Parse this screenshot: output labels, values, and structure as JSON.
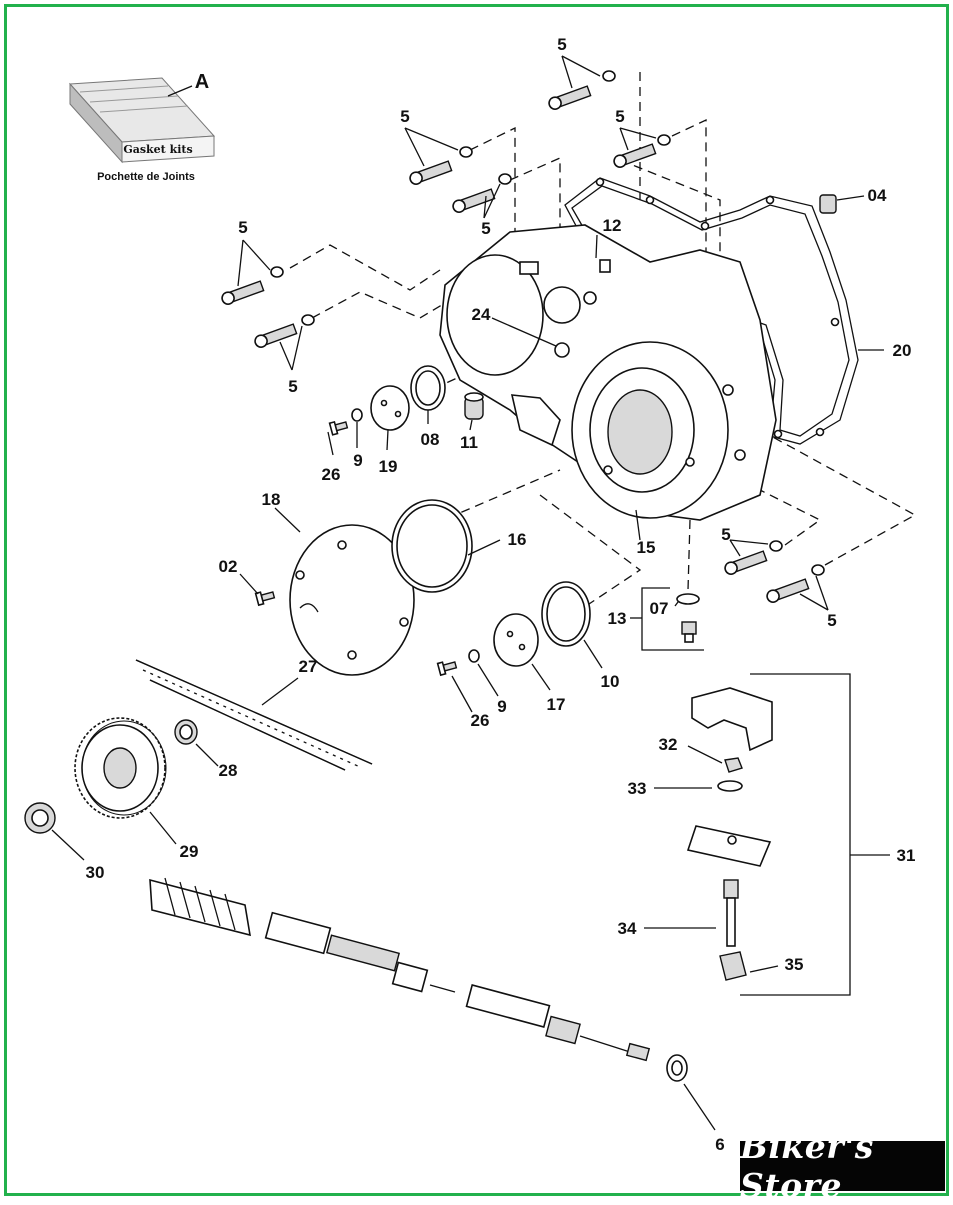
{
  "brand": "Biker's Store",
  "gasket_kit": {
    "letter": "A",
    "box_label": "Gasket kits",
    "caption": "Pochette de Joints"
  },
  "callouts": {
    "c5_top": "5",
    "c5_ul": "5",
    "c5_um": "5",
    "c5_l1": "5",
    "c5_l2": "5",
    "c5_r1": "5",
    "c5_r2": "5",
    "c04": "04",
    "c12": "12",
    "c20": "20",
    "c24": "24",
    "c26a": "26",
    "c9a": "9",
    "c19": "19",
    "c08": "08",
    "c11": "11",
    "c18": "18",
    "c16": "16",
    "c15": "15",
    "c02": "02",
    "c07": "07",
    "c13": "13",
    "c10": "10",
    "c17": "17",
    "c9b": "9",
    "c26b": "26",
    "c27": "27",
    "c28": "28",
    "c29": "29",
    "c30": "30",
    "c31": "31",
    "c32": "32",
    "c33": "33",
    "c34": "34",
    "c35": "35",
    "c6": "6"
  }
}
